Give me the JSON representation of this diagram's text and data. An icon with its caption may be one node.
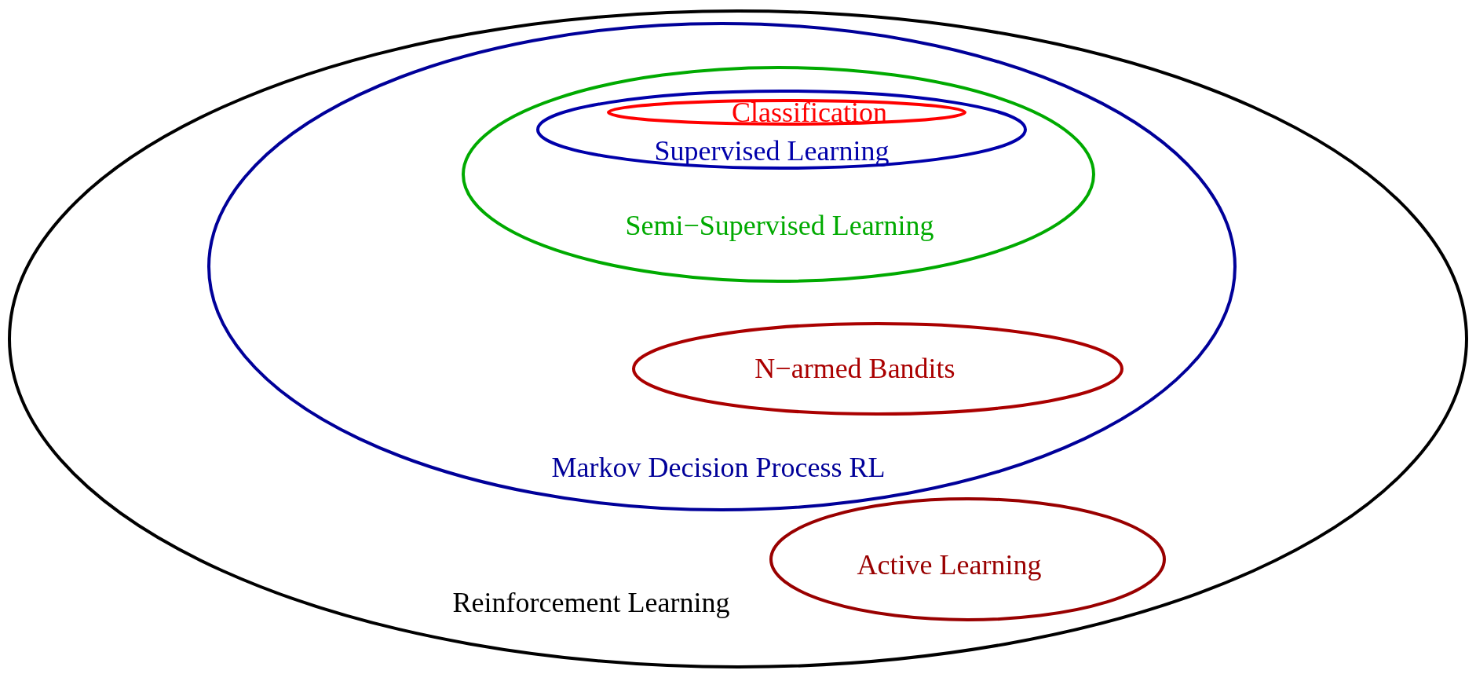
{
  "diagram": {
    "nodes": [
      {
        "text": [
          "Reinforcement Learning"
        ]
      },
      {
        "text": [
          "Markov Decision Process RL"
        ],
        "in": 0
      },
      {
        "text": [
          "Semi−Supervised Learning"
        ],
        "in": 1
      },
      {
        "text": [
          "Supervised Learning"
        ],
        "in": 2
      },
      {
        "text": [
          "Classification"
        ],
        "in": 3
      },
      {
        "text": [
          "N−armed Bandits"
        ],
        "in": 1
      },
      {
        "text": [
          "Active Learning"
        ],
        "in": 0
      }
    ]
  }
}
